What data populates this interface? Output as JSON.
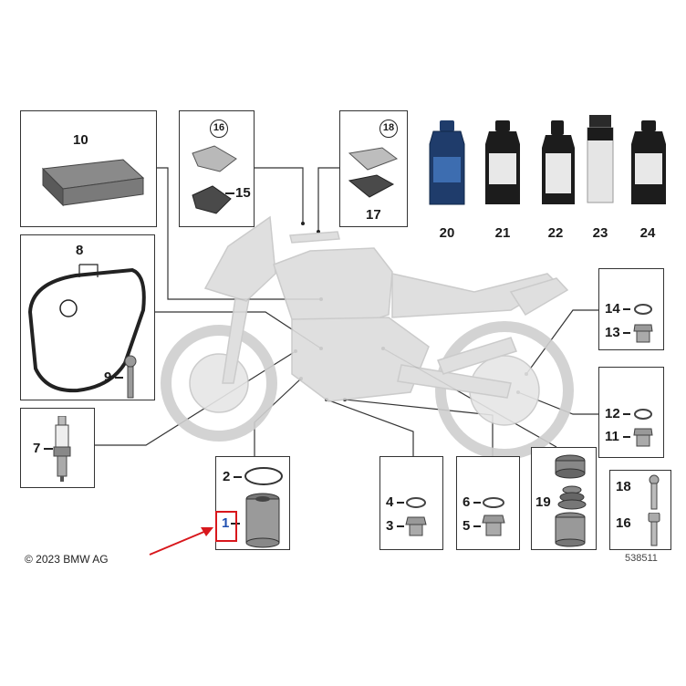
{
  "diagram": {
    "callouts": {
      "n1": "1",
      "n2": "2",
      "n3": "3",
      "n4": "4",
      "n5": "5",
      "n6": "6",
      "n7": "7",
      "n8": "8",
      "n9": "9",
      "n10": "10",
      "n11": "11",
      "n12": "12",
      "n13": "13",
      "n14": "14",
      "n15": "15",
      "n16": "16",
      "n17": "17",
      "n18": "18",
      "n19": "19",
      "n20": "20",
      "n21": "21",
      "n22": "22",
      "n23": "23",
      "n24": "24"
    },
    "copyright": "© 2023 BMW AG",
    "diagram_id": "538511",
    "highlight_color": "#d8171c",
    "line_color": "#222222",
    "bike_color": "#d4d4d4",
    "bottle_blue": "#1f3c6b",
    "bottle_black": "#1c1c1c"
  }
}
